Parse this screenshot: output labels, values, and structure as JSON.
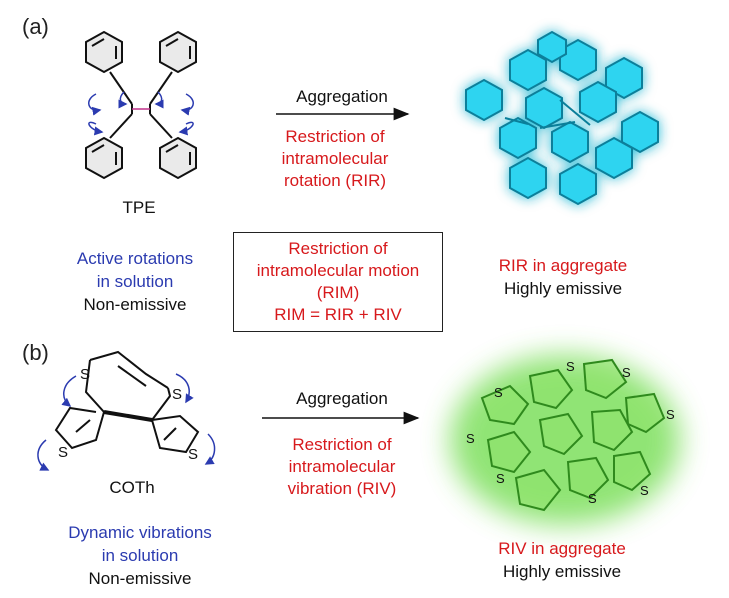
{
  "panels": {
    "a": {
      "label": "(a)",
      "molecule_name": "TPE",
      "arrow_label": "Aggregation",
      "process": [
        "Restriction of",
        "intramolecular",
        "rotation (RIR)"
      ],
      "left_state": [
        "Active rotations",
        "in solution"
      ],
      "left_emission": "Non-emissive",
      "right_state": "RIR in aggregate",
      "right_emission": "Highly emissive"
    },
    "b": {
      "label": "(b)",
      "molecule_name": "COTh",
      "arrow_label": "Aggregation",
      "process": [
        "Restriction of",
        "intramolecular",
        "vibration (RIV)"
      ],
      "left_state": [
        "Dynamic vibrations",
        "in solution"
      ],
      "left_emission": "Non-emissive",
      "right_state": "RIV in aggregate",
      "right_emission": "Highly emissive",
      "atom_label": "S"
    }
  },
  "center_box": [
    "Restriction of",
    "intramolecular motion",
    "(RIM)",
    "RIM = RIR + RIV"
  ],
  "colors": {
    "red": "#d7191c",
    "blue": "#2b3bb0",
    "cyan": "#2fd4f0",
    "green": "#5fd13c"
  }
}
